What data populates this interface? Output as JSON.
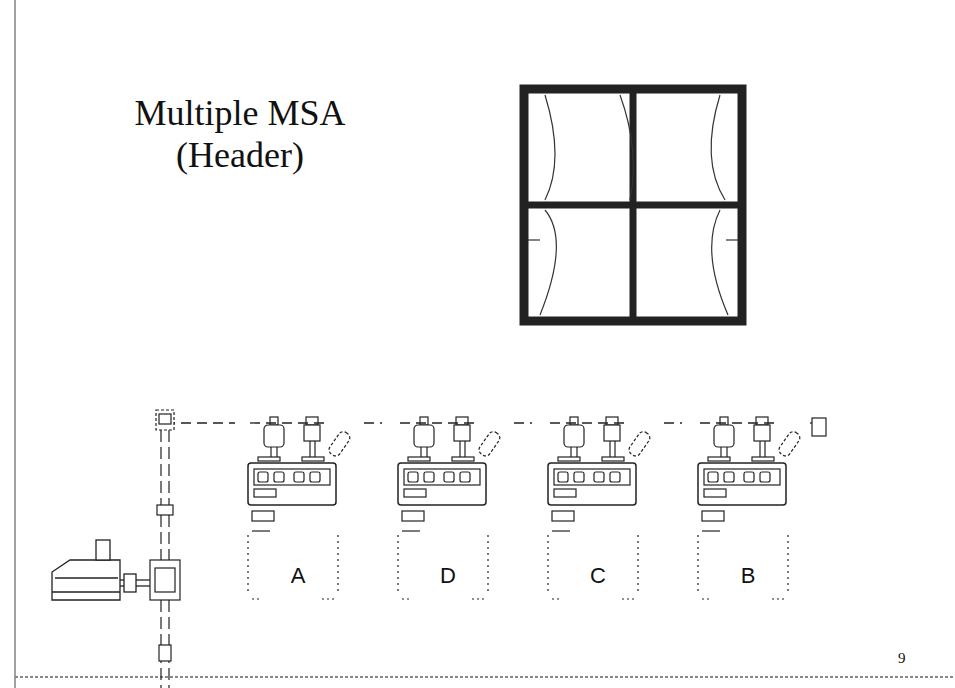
{
  "diagram": {
    "title": "Multiple MSA (Header)",
    "nodes": [
      {
        "text": [
          "A"
        ]
      },
      {
        "text": [
          "D"
        ]
      },
      {
        "text": [
          "C"
        ]
      },
      {
        "text": [
          "B"
        ]
      }
    ],
    "edges": [
      {
        "from": 0,
        "to": 1,
        "arrow": "none"
      },
      {
        "from": 1,
        "to": 2,
        "arrow": "none"
      },
      {
        "from": 2,
        "to": 3,
        "arrow": "none"
      }
    ],
    "labels": [
      "9"
    ]
  }
}
